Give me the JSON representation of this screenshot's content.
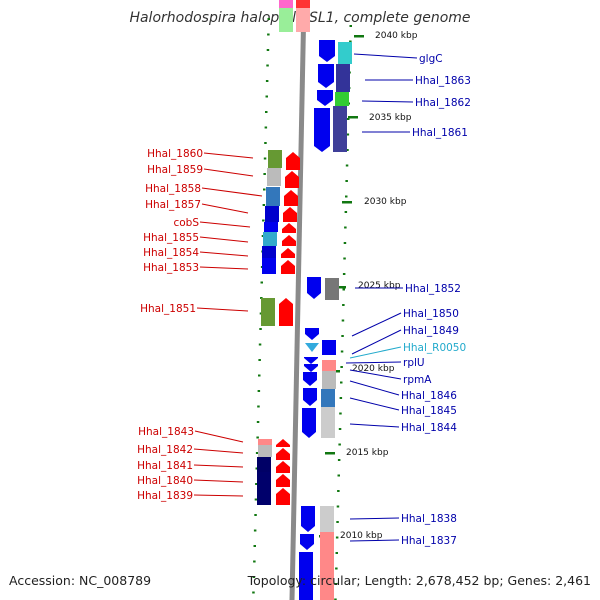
{
  "title": "Halorhodospira halophila SL1, complete genome",
  "accession": "Accession: NC_008789",
  "topology": "Topology: circular; Length: 2,678,452 bp; Genes: 2,461",
  "colors": {
    "left_label": "#cc0000",
    "right_label": "#0000aa",
    "rna_label": "#22aacc",
    "backbone": "#8a8a8a",
    "tick": "#117711",
    "arrow_left": "#ff0000",
    "arrow_right": "#0000ee"
  },
  "ruler": [
    "2040 kbp",
    "2035 kbp",
    "2030 kbp",
    "2025 kbp",
    "2020 kbp",
    "2015 kbp",
    "2010 kbp"
  ],
  "left_genes": [
    "Hhal_1860",
    "Hhal_1859",
    "Hhal_1858",
    "Hhal_1857",
    "cobS",
    "Hhal_1855",
    "Hhal_1854",
    "Hhal_1853",
    "Hhal_1851",
    "Hhal_1843",
    "Hhal_1842",
    "Hhal_1841",
    "Hhal_1840",
    "Hhal_1839"
  ],
  "right_genes": [
    "glgC",
    "Hhal_1863",
    "Hhal_1862",
    "Hhal_1861",
    "Hhal_1852",
    "Hhal_1850",
    "Hhal_1849",
    "Hhal_R0050",
    "rplU",
    "rpmA",
    "Hhal_1846",
    "Hhal_1845",
    "Hhal_1844",
    "Hhal_1838",
    "Hhal_1837"
  ]
}
